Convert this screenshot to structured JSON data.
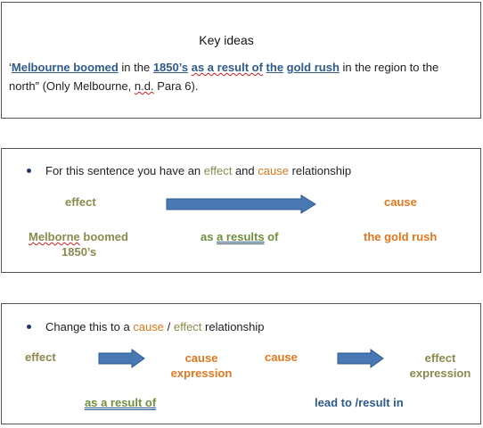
{
  "box1": {
    "title": "Key ideas",
    "q_open": "‘",
    "s_melbourne_boomed": "Melbourne boomed",
    "s_in_the": " in the ",
    "s_1850s": "1850’s",
    "s_as_a_result_of": "as a result of",
    "s_the": "the",
    "s_gold_rush": "gold rush",
    "s_in_region": " in the region to the",
    "line2_a": "north” (Only Melbourne, ",
    "line2_nd": "n.d.",
    "line2_b": " Para 6)."
  },
  "box2": {
    "bullet_pre": "For this sentence you have an ",
    "bullet_effect": "effect",
    "bullet_and": " and ",
    "bullet_cause": "cause",
    "bullet_post": " relationship",
    "label_effect": "effect",
    "label_cause": "cause",
    "melborne": "Melborne",
    "boomed": " boomed",
    "year": "1850’s",
    "as": "as ",
    "a_results": "a results",
    "of": " of",
    "gold_rush": "the gold rush"
  },
  "box3": {
    "bullet_pre": "Change this to a ",
    "bullet_cause": "cause",
    "bullet_sep": " / ",
    "bullet_effect": "effect",
    "bullet_post": " relationship",
    "effect_left": "effect",
    "cause_expr_1": "cause",
    "cause_expr_2": "expression",
    "cause_mid": "cause",
    "effect_expr_1": "effect",
    "effect_expr_2": "expression",
    "as_a_result_of": "as a result of",
    "lead_to": "lead to /result in"
  },
  "colors": {
    "arrow_fill": "#4a78b4",
    "arrow_stroke": "#2f5a8e",
    "olive": "#8a8a4e",
    "orange": "#e0771c",
    "blue": "#2e5a8c"
  }
}
